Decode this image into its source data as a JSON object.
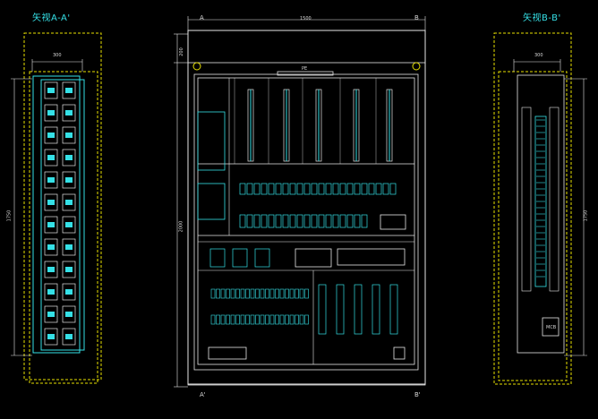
{
  "views": {
    "left_title": "矢视A-A'",
    "right_title": "矢视B-B'"
  },
  "dimensions": {
    "side_width": "300",
    "front_width": "1500",
    "front_top": "200",
    "front_height": "2000",
    "side_height": "1750"
  },
  "section_marks": {
    "a_top": "A",
    "b_top": "B",
    "a_bottom": "A'",
    "b_bottom": "B'"
  },
  "panel_labels": {
    "busbar": "PE",
    "rail_count": "5",
    "mcb": "MCB"
  },
  "colors": {
    "cyan": "#35e0e6",
    "yellow": "#e8e000",
    "white": "#e6e6e6",
    "background": "#000000"
  }
}
